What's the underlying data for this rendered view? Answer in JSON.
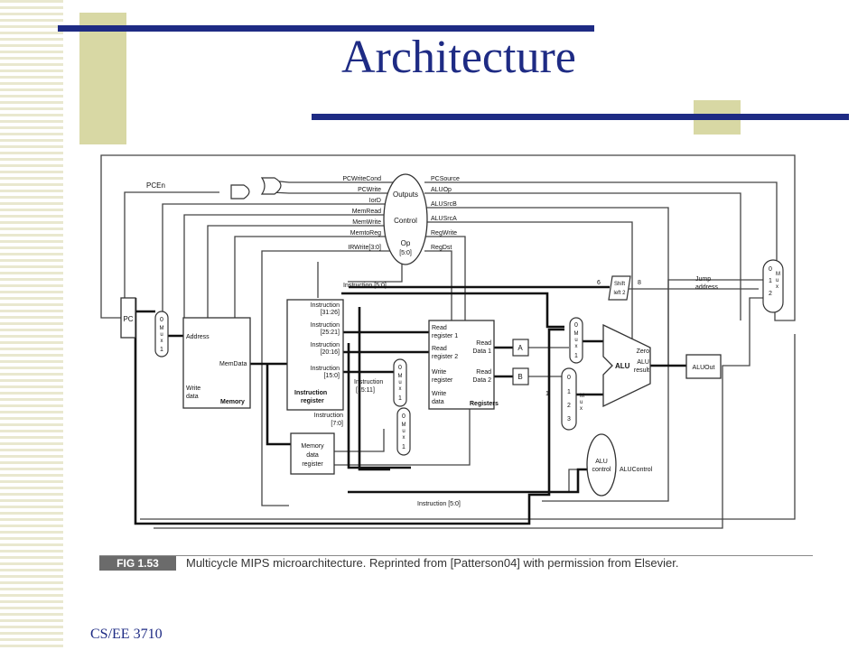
{
  "slide": {
    "title": "Architecture",
    "footer": "CS/EE 3710",
    "accent_color": "#1e2b84",
    "box_color": "#d8d8a4"
  },
  "figure": {
    "caption_tag": "FIG 1.53",
    "caption": "Multicycle MIPS microarchitecture. Reprinted from [Patterson04] with permission from Elsevier.",
    "control": {
      "signals_left": [
        "PCWriteCond",
        "PCWrite",
        "IorD",
        "MemRead",
        "MemWrite",
        "MemtoReg",
        "IRWrite[3:0]"
      ],
      "signals_right": [
        "PCSource",
        "ALUOp",
        "ALUSrcB",
        "ALUSrcA",
        "RegWrite",
        "RegDst"
      ],
      "outputs": "Outputs",
      "control": "Control",
      "op": "Op",
      "op_bits": "[5:0]",
      "pcen": "PCEn"
    },
    "pc": "PC",
    "memory": {
      "address": "Address",
      "memdata": "MemData",
      "write": "Write",
      "data": "data",
      "name": "Memory"
    },
    "instruction_register": {
      "f1": "Instruction",
      "f1b": "[31:26]",
      "f2": "Instruction",
      "f2b": "[25:21]",
      "f3": "Instruction",
      "f3b": "[20:16]",
      "f4": "Instruction",
      "f4b": "[15:0]",
      "name1": "Instruction",
      "name2": "register",
      "low_a": "Instruction",
      "low_b": "[7:0]",
      "mid_a": "Instruction",
      "mid_b": "[15:11]"
    },
    "mdr": {
      "l1": "Memory",
      "l2": "data",
      "l3": "register"
    },
    "registers": {
      "rr1a": "Read",
      "rr1b": "register 1",
      "rr2a": "Read",
      "rr2b": "register 2",
      "wra": "Write",
      "wrb": "register",
      "wda": "Write",
      "wdb": "data",
      "rd1a": "Read",
      "rd1b": "Data 1",
      "rd2a": "Read",
      "rd2b": "Data 2",
      "name": "Registers"
    },
    "mux_letters": [
      "M",
      "u",
      "x"
    ],
    "mux_digits": {
      "zero": "0",
      "one": "1",
      "two": "2",
      "three": "3"
    },
    "a": "A",
    "b": "B",
    "alu": {
      "name": "ALU",
      "zero": "Zero",
      "alu": "ALU",
      "result": "result"
    },
    "aluout": "ALUOut",
    "alu_control": {
      "l1": "ALU",
      "l2": "control",
      "out": "ALUControl"
    },
    "shift": {
      "l1": "Shift",
      "l2": "left 2",
      "w_in": "6",
      "w_out": "8"
    },
    "jump": {
      "l1": "Jump",
      "l2": "address"
    },
    "instr_top": "Instruction [5:0]",
    "instr_bottom": "Instruction [5:0]",
    "const_one": "1"
  }
}
